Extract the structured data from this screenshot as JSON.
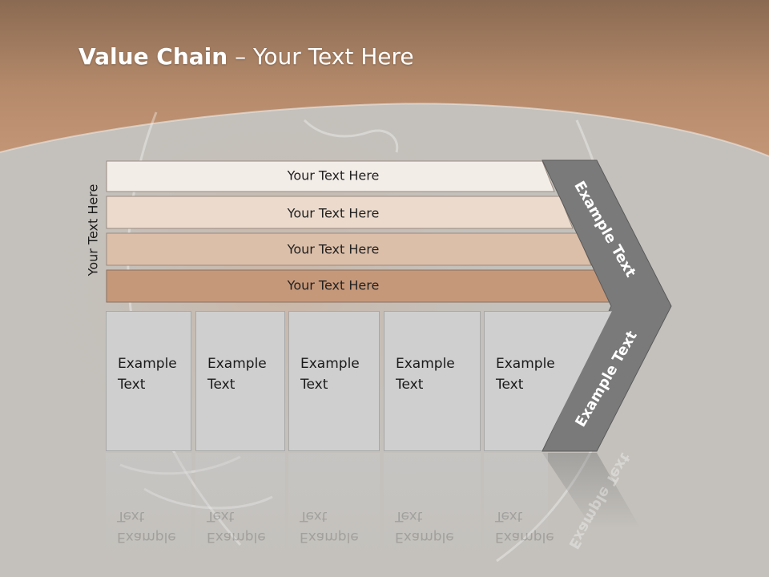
{
  "slide": {
    "title_bold": "Value Chain",
    "title_rest": " – Your Text Here",
    "side_label": "Your Text Here"
  },
  "bars": [
    {
      "label": "Your Text Here",
      "color": "#f3ede8"
    },
    {
      "label": "Your Text Here",
      "color": "#ecdbcd"
    },
    {
      "label": "Your Text Here",
      "color": "#dcbfa9"
    },
    {
      "label": "Your Text Here",
      "color": "#c6987a"
    }
  ],
  "boxes": [
    {
      "label": "Example\nText"
    },
    {
      "label": "Example\nText"
    },
    {
      "label": "Example\nText"
    },
    {
      "label": "Example\nText"
    },
    {
      "label": "Example\nText"
    }
  ],
  "chevron": {
    "upper_label": "Example Text",
    "lower_label": "Example Text",
    "color": "#7a7a7a"
  },
  "theme": {
    "header_color": "#b98c6c",
    "background_color": "#c4c1bc"
  }
}
